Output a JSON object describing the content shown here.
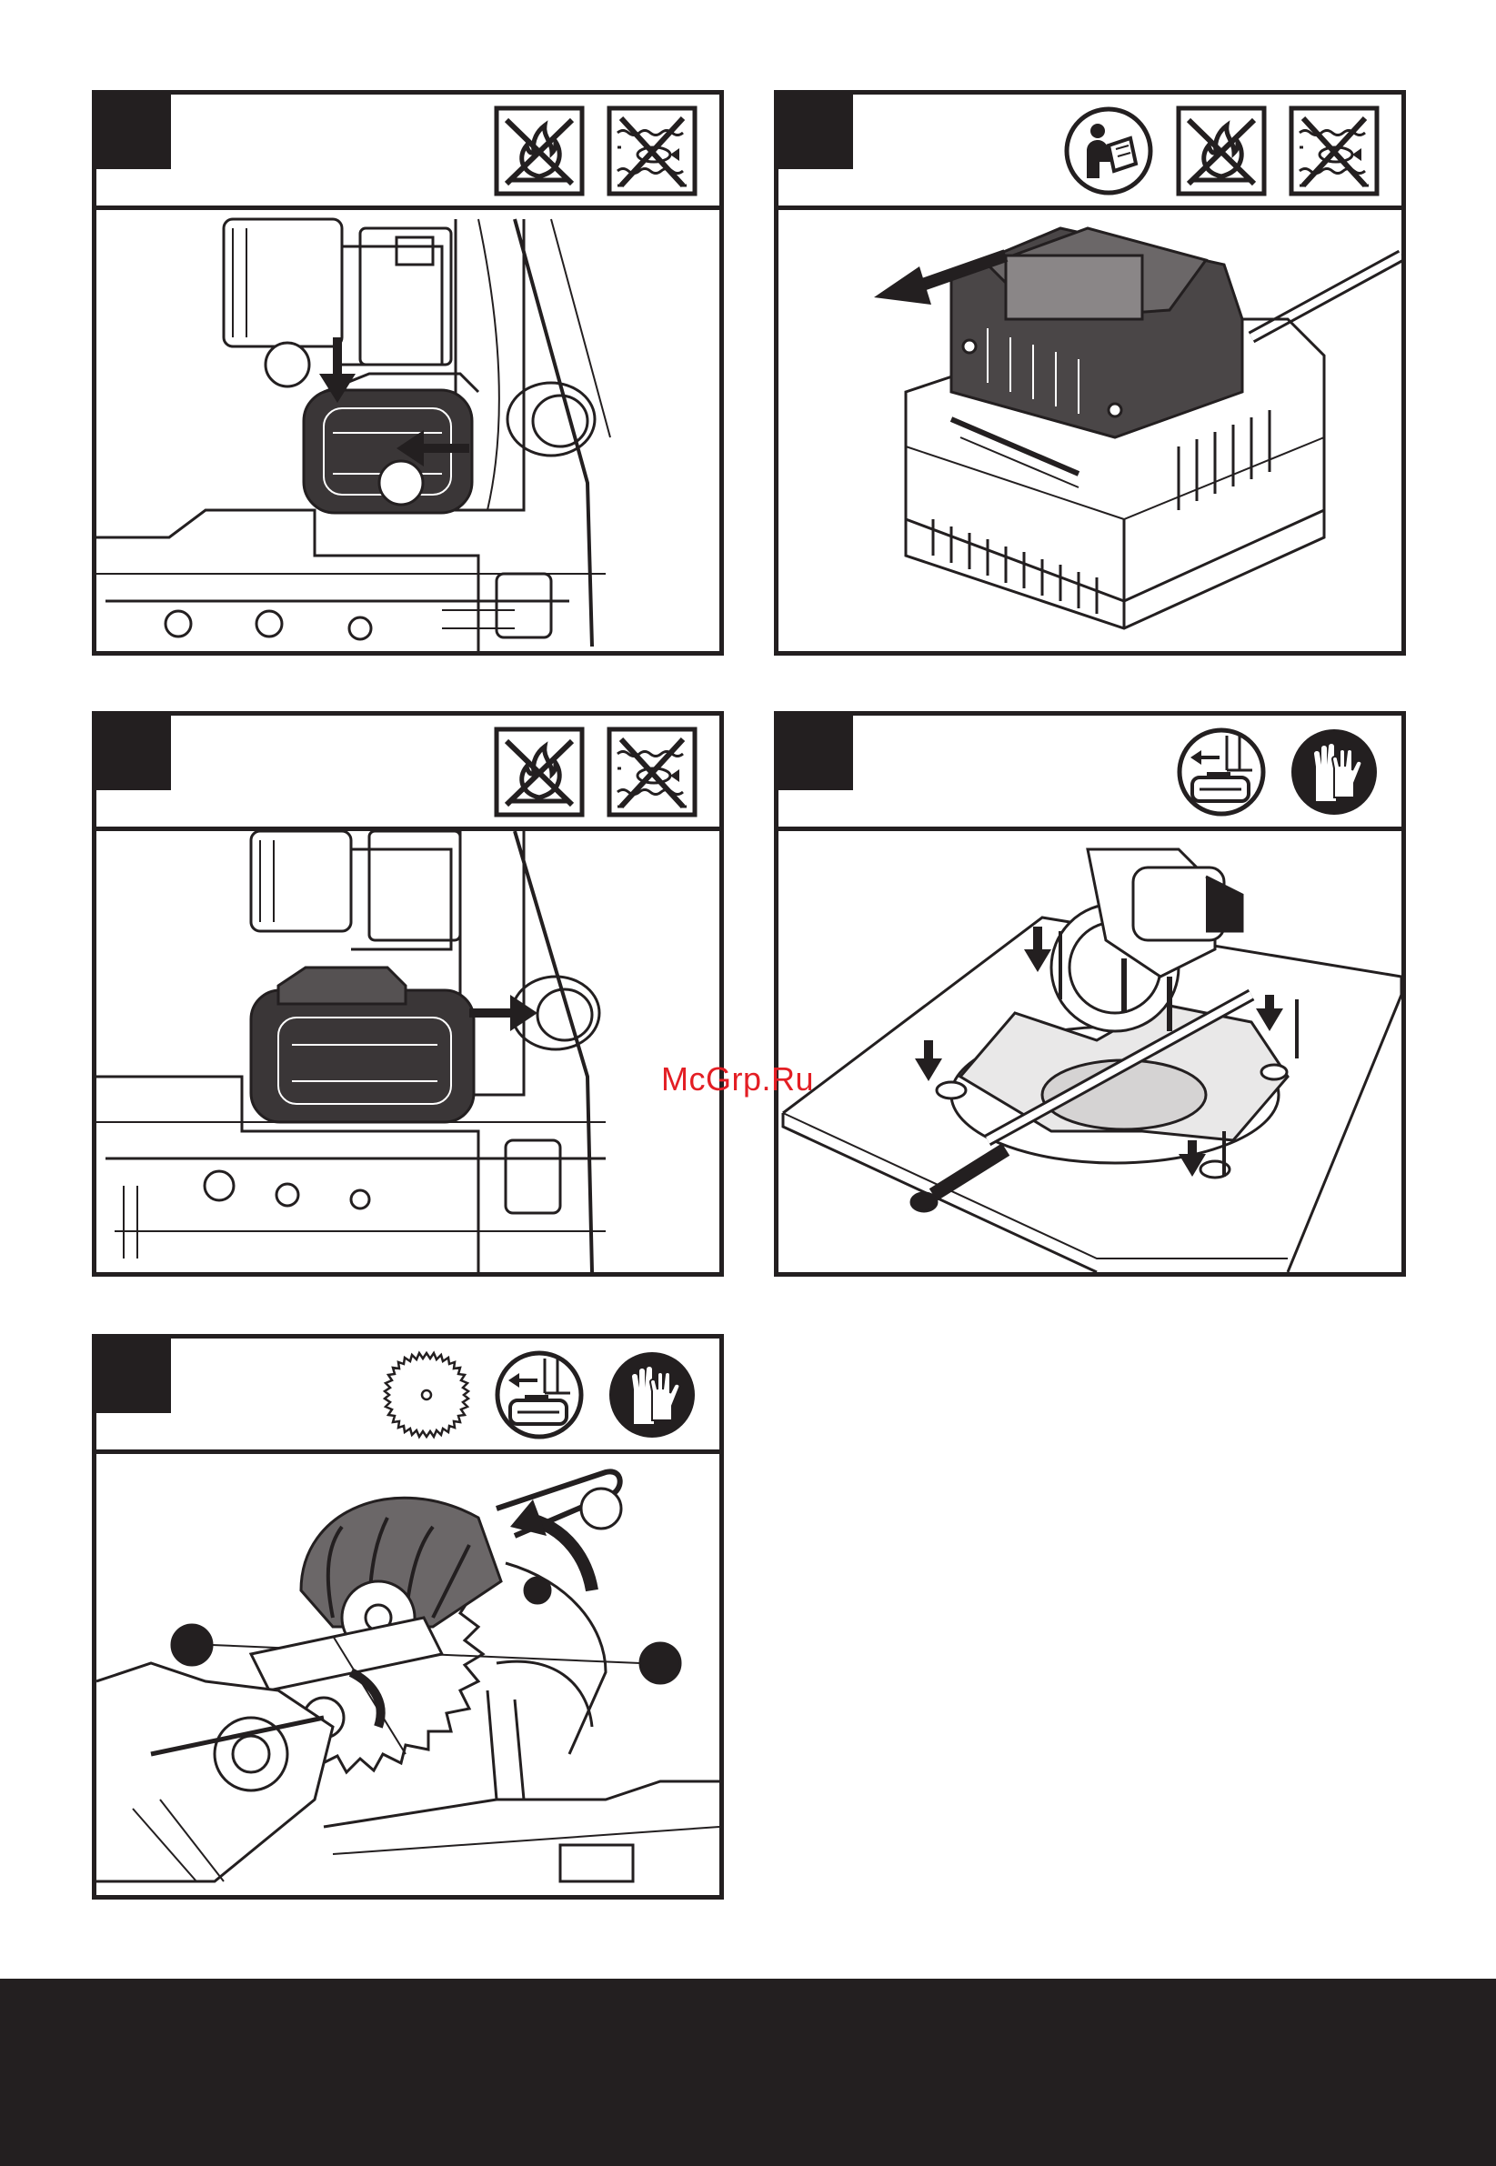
{
  "watermark": {
    "text": "McGrp.Ru",
    "color": "#e31e24"
  },
  "panels": [
    {
      "name": "battery-insert",
      "icons": [
        "no-fire-icon",
        "no-water-icon"
      ],
      "callouts": [
        "",
        ""
      ]
    },
    {
      "name": "battery-charge",
      "icons": [
        "read-manual-icon",
        "no-fire-icon",
        "no-water-icon"
      ]
    },
    {
      "name": "battery-remove",
      "icons": [
        "no-fire-icon",
        "no-water-icon"
      ]
    },
    {
      "name": "mount-to-bench",
      "icons": [
        "remove-battery-icon",
        "gloves-icon"
      ]
    },
    {
      "name": "blade-change",
      "icons": [
        "saw-blade-icon",
        "remove-battery-icon",
        "gloves-icon"
      ],
      "callouts": [
        "",
        "",
        "",
        ""
      ]
    }
  ],
  "colors": {
    "ink": "#231f20",
    "paper": "#ffffff",
    "accent": "#e31e24"
  }
}
